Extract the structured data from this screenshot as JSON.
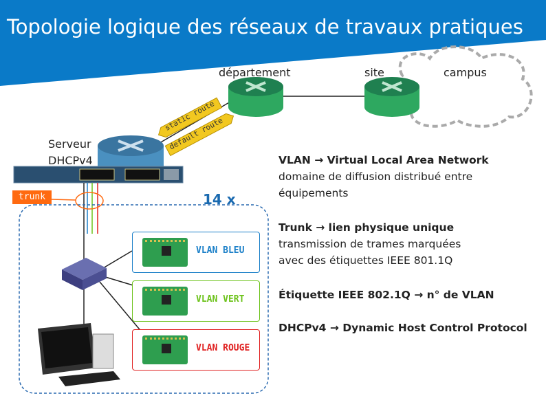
{
  "title": "Topologie logique des réseaux de travaux pratiques",
  "labels": {
    "departement": "département",
    "site": "site",
    "campus": "campus",
    "server": "Serveur",
    "server2": "DHCPv4",
    "static_route": "static route",
    "default_route": "default route",
    "trunk": "trunk",
    "count": "14 x"
  },
  "vlans": [
    {
      "label": "VLAN BLEU",
      "color": "#1a7fc8"
    },
    {
      "label": "VLAN VERT",
      "color": "#6cc21a"
    },
    {
      "label": "VLAN ROUGE",
      "color": "#e02020"
    }
  ],
  "info": [
    {
      "head": "VLAN → Virtual Local Area Network",
      "body": [
        "domaine de diffusion distribué entre",
        "équipements"
      ]
    },
    {
      "head": "Trunk → lien physique unique",
      "body": [
        "transmission de trames marquées",
        "avec des étiquettes IEEE 801.1Q"
      ]
    },
    {
      "head": "Étiquette IEEE 802.1Q → n° de VLAN",
      "body": []
    },
    {
      "head": "DHCPv4 → Dynamic Host Control Protocol",
      "body": []
    }
  ],
  "colors": {
    "header": "#0a7ac8",
    "router_green": "#2ea860",
    "router_blue": "#3a7fb0",
    "accent": "#ff6a10",
    "dashed": "#2a6ab0"
  }
}
